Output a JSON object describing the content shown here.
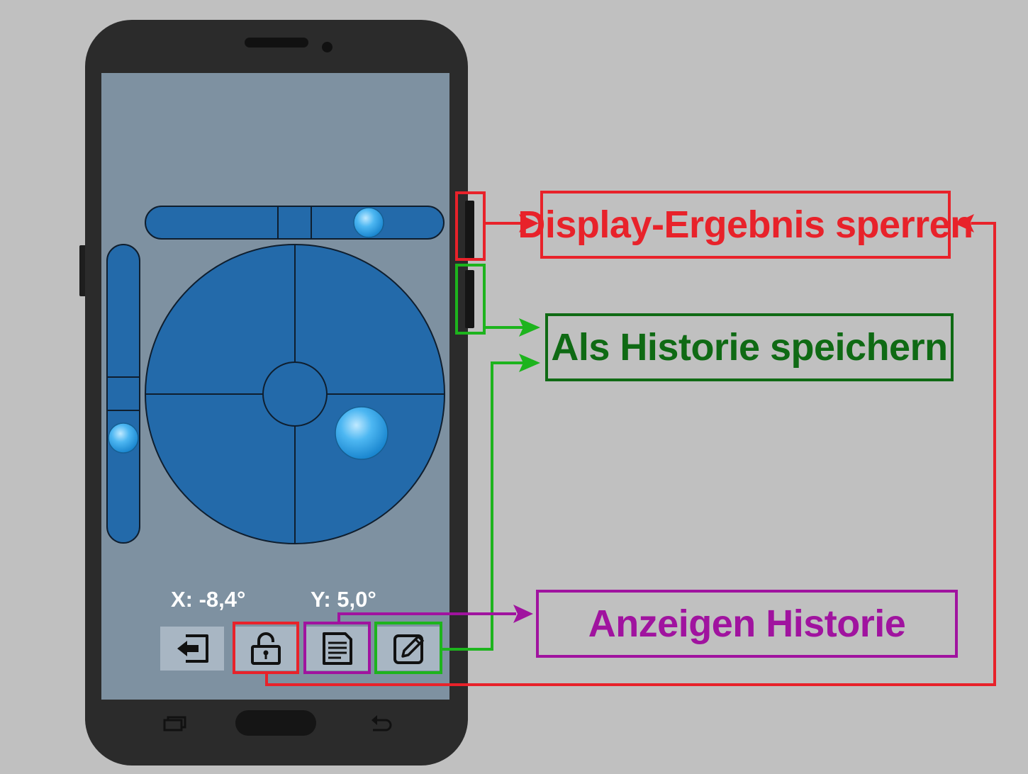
{
  "app": {
    "readout": {
      "x_label": "X: -8,4°",
      "y_label": "Y: 5,0°"
    },
    "toolbar": {
      "buttons": [
        {
          "name": "exit",
          "icon": "exit-icon"
        },
        {
          "name": "lock",
          "icon": "lock-open-icon"
        },
        {
          "name": "history",
          "icon": "document-list-icon"
        },
        {
          "name": "save",
          "icon": "edit-pencil-icon"
        }
      ]
    }
  },
  "callouts": {
    "lock": {
      "label": "Display-Ergebnis sperren",
      "color": "#e8222a"
    },
    "save": {
      "label": "Als Historie speichern",
      "color": "#0f6a14"
    },
    "history": {
      "label": "Anzeigen Historie",
      "color": "#a0139f"
    }
  },
  "colors": {
    "background": "#c0c0c0",
    "phone": "#2b2b2b",
    "screen": "#7e91a1",
    "level_fill": "#236aaa",
    "bubble": "#3aa9ea",
    "button_bg": "#a8b6c3",
    "connector_green": "#1db41d"
  }
}
